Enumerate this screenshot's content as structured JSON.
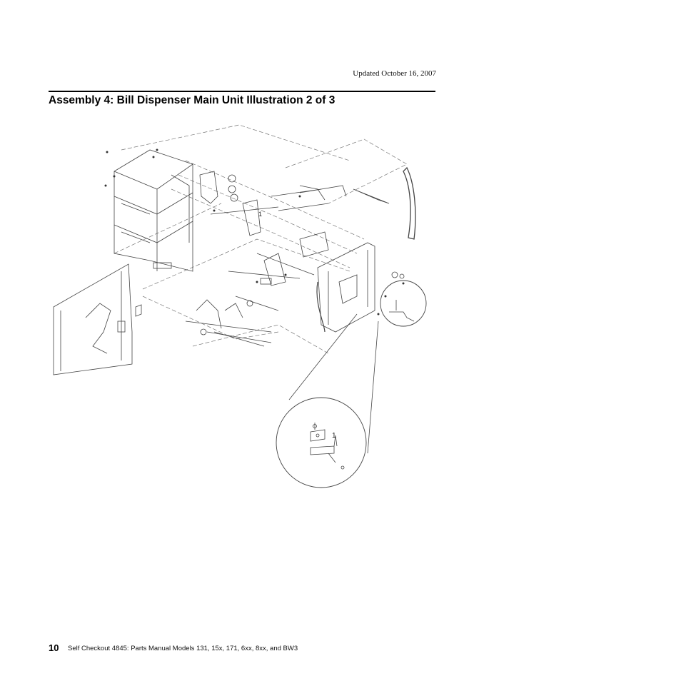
{
  "header": {
    "updated": "Updated October 16, 2007"
  },
  "title": "Assembly 4: Bill Dispenser Main Unit Illustration 2 of 3",
  "figure": {
    "callout_main": "1",
    "callout_detail": "1"
  },
  "footer": {
    "page_number": "10",
    "text": "Self Checkout 4845:  Parts Manual Models 131, 15x, 171, 6xx, 8xx, and BW3"
  }
}
